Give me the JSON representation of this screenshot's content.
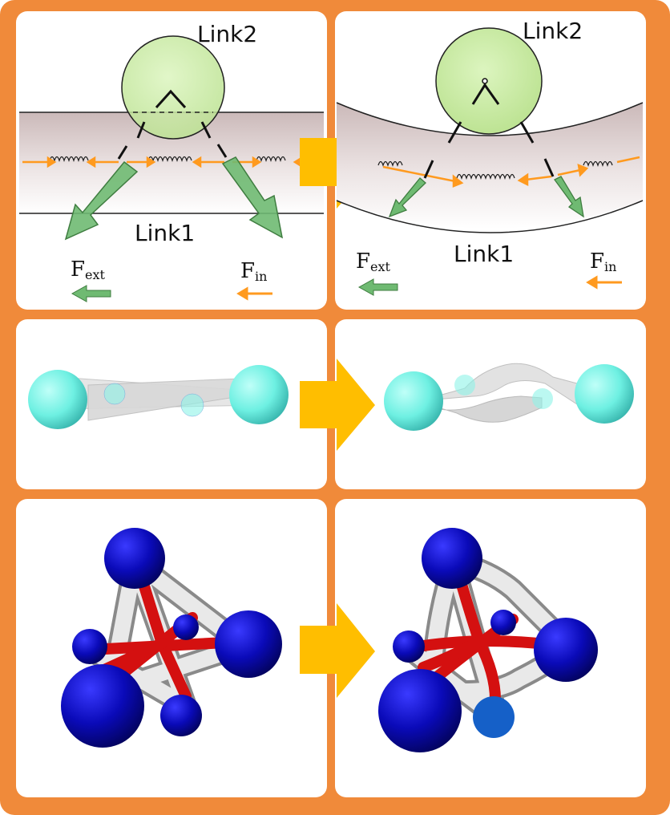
{
  "panels": {
    "top_left": {
      "link2_label": "Link2",
      "link1_label": "Link1",
      "f_ext_main": "F",
      "f_ext_sub": "ext",
      "f_in_main": "F",
      "f_in_sub": "in"
    },
    "top_right": {
      "link2_label": "Link2",
      "link1_label": "Link1",
      "f_ext_main": "F",
      "f_ext_sub": "ext",
      "f_in_main": "F",
      "f_in_sub": "in"
    }
  },
  "colors": {
    "frame": "#f08a3a",
    "arrow": "#ffbe00",
    "green_ball": "#c9eca0",
    "green_arrow": "#6db86e",
    "orange_arrow": "#ff9a1f",
    "cyan_ball": "#6ff0e4",
    "blue_ball": "#0a0aa8",
    "red_rod": "#dd1010",
    "gray_tube": "#d8d8d8"
  }
}
